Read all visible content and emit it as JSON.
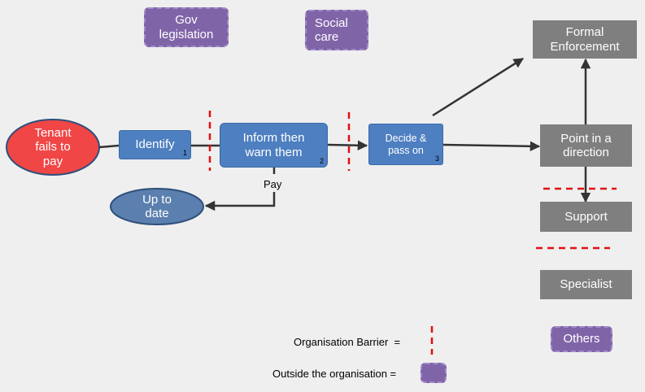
{
  "outside_boxes": {
    "gov": "Gov\nlegislation",
    "social": "Social\ncare",
    "others": "Others"
  },
  "nodes": {
    "tenant": "Tenant\nfails to\npay",
    "identify": "Identify",
    "identify_num": "1",
    "inform": "Inform then\nwarn them",
    "inform_num": "2",
    "decide": "Decide &\npass on",
    "decide_num": "3",
    "uptodate": "Up to\ndate",
    "formal": "Formal\nEnforcement",
    "point": "Point in a\ndirection",
    "support": "Support",
    "specialist": "Specialist"
  },
  "edge_labels": {
    "pay": "Pay"
  },
  "legend": {
    "barrier_label": "Organisation Barrier  =",
    "outside_label": "Outside the organisation ="
  },
  "colors": {
    "process_blue": "#4e7fc0",
    "tenant_red": "#f04646",
    "ellipse_blue": "#5b7fae",
    "gray_box": "#7f7f7f",
    "outside_purple": "#8064a8",
    "barrier_red": "#e01010",
    "arrow": "#333333"
  }
}
